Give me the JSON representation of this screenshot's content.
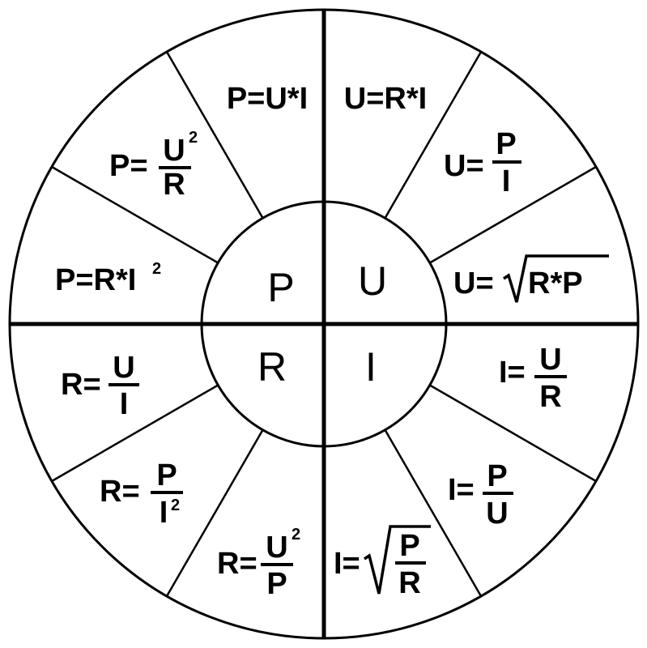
{
  "center": {
    "P": "P",
    "U": "U",
    "R": "R",
    "I": "I"
  },
  "formulas": {
    "p_ui": {
      "lhs": "P=U*I"
    },
    "p_u2r": {
      "lhs": "P=",
      "num": "U",
      "sup": "2",
      "den": "R"
    },
    "p_ri2": {
      "lhs": "P=R*I",
      "sup": "2"
    },
    "u_ri": {
      "lhs": "U=R*I"
    },
    "u_pi": {
      "lhs": "U=",
      "num": "P",
      "den": "I"
    },
    "u_sqrt": {
      "lhs": "U=",
      "rad": "R*P"
    },
    "i_ur": {
      "lhs": "I=",
      "num": "U",
      "den": "R"
    },
    "i_pu": {
      "lhs": "I=",
      "num": "P",
      "den": "U"
    },
    "i_sqrt": {
      "lhs": "I=",
      "num": "P",
      "den": "R"
    },
    "r_ui": {
      "lhs": "R=",
      "num": "U",
      "den": "I"
    },
    "r_pi2": {
      "lhs": "R=",
      "num": "P",
      "den": "I",
      "sup": "2"
    },
    "r_u2p": {
      "lhs": "R=",
      "num": "U",
      "sup": "2",
      "den": "P"
    }
  }
}
